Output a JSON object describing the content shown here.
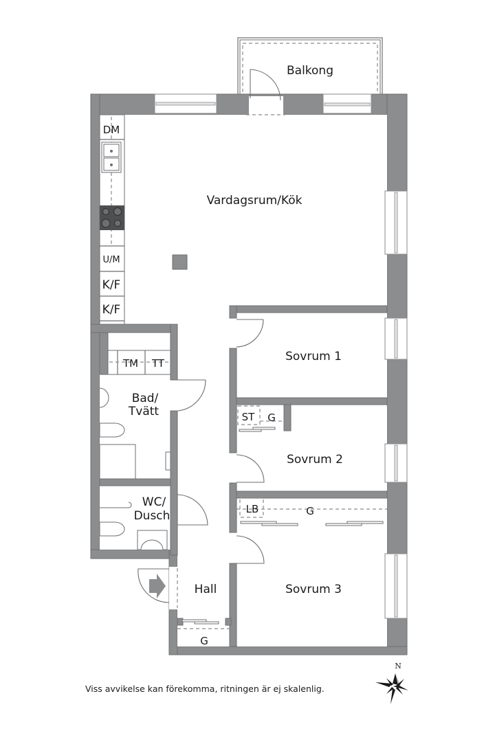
{
  "rooms": {
    "balcony": "Balkong",
    "living_kitchen": "Vardagsrum/Kök",
    "bedroom1": "Sovrum 1",
    "bedroom2": "Sovrum  2",
    "bedroom3": "Sovrum 3",
    "bath_laundry_line1": "Bad/",
    "bath_laundry_line2": "Tvätt",
    "wc_shower_line1": "WC/",
    "wc_shower_line2": "Dusch",
    "hall": "Hall"
  },
  "fixtures": {
    "dishwasher": "DM",
    "oven_microwave": "U/M",
    "fridge_freezer_1": "K/F",
    "fridge_freezer_2": "K/F",
    "washing_machine": "TM",
    "tumble_dryer": "TT",
    "cleaning_cabinet": "ST",
    "wardrobe_bedroom2": "G",
    "linen_cabinet": "LB",
    "wardrobe_bedroom3": "G",
    "wardrobe_hall": "G"
  },
  "compass": {
    "north_label": "N"
  },
  "disclaimer": "Viss avvikelse kan förekomma, ritningen är ej skalenlig.",
  "colors": {
    "wall": "#8c8d8f",
    "background": "#ffffff",
    "text": "#1a1a1a"
  }
}
